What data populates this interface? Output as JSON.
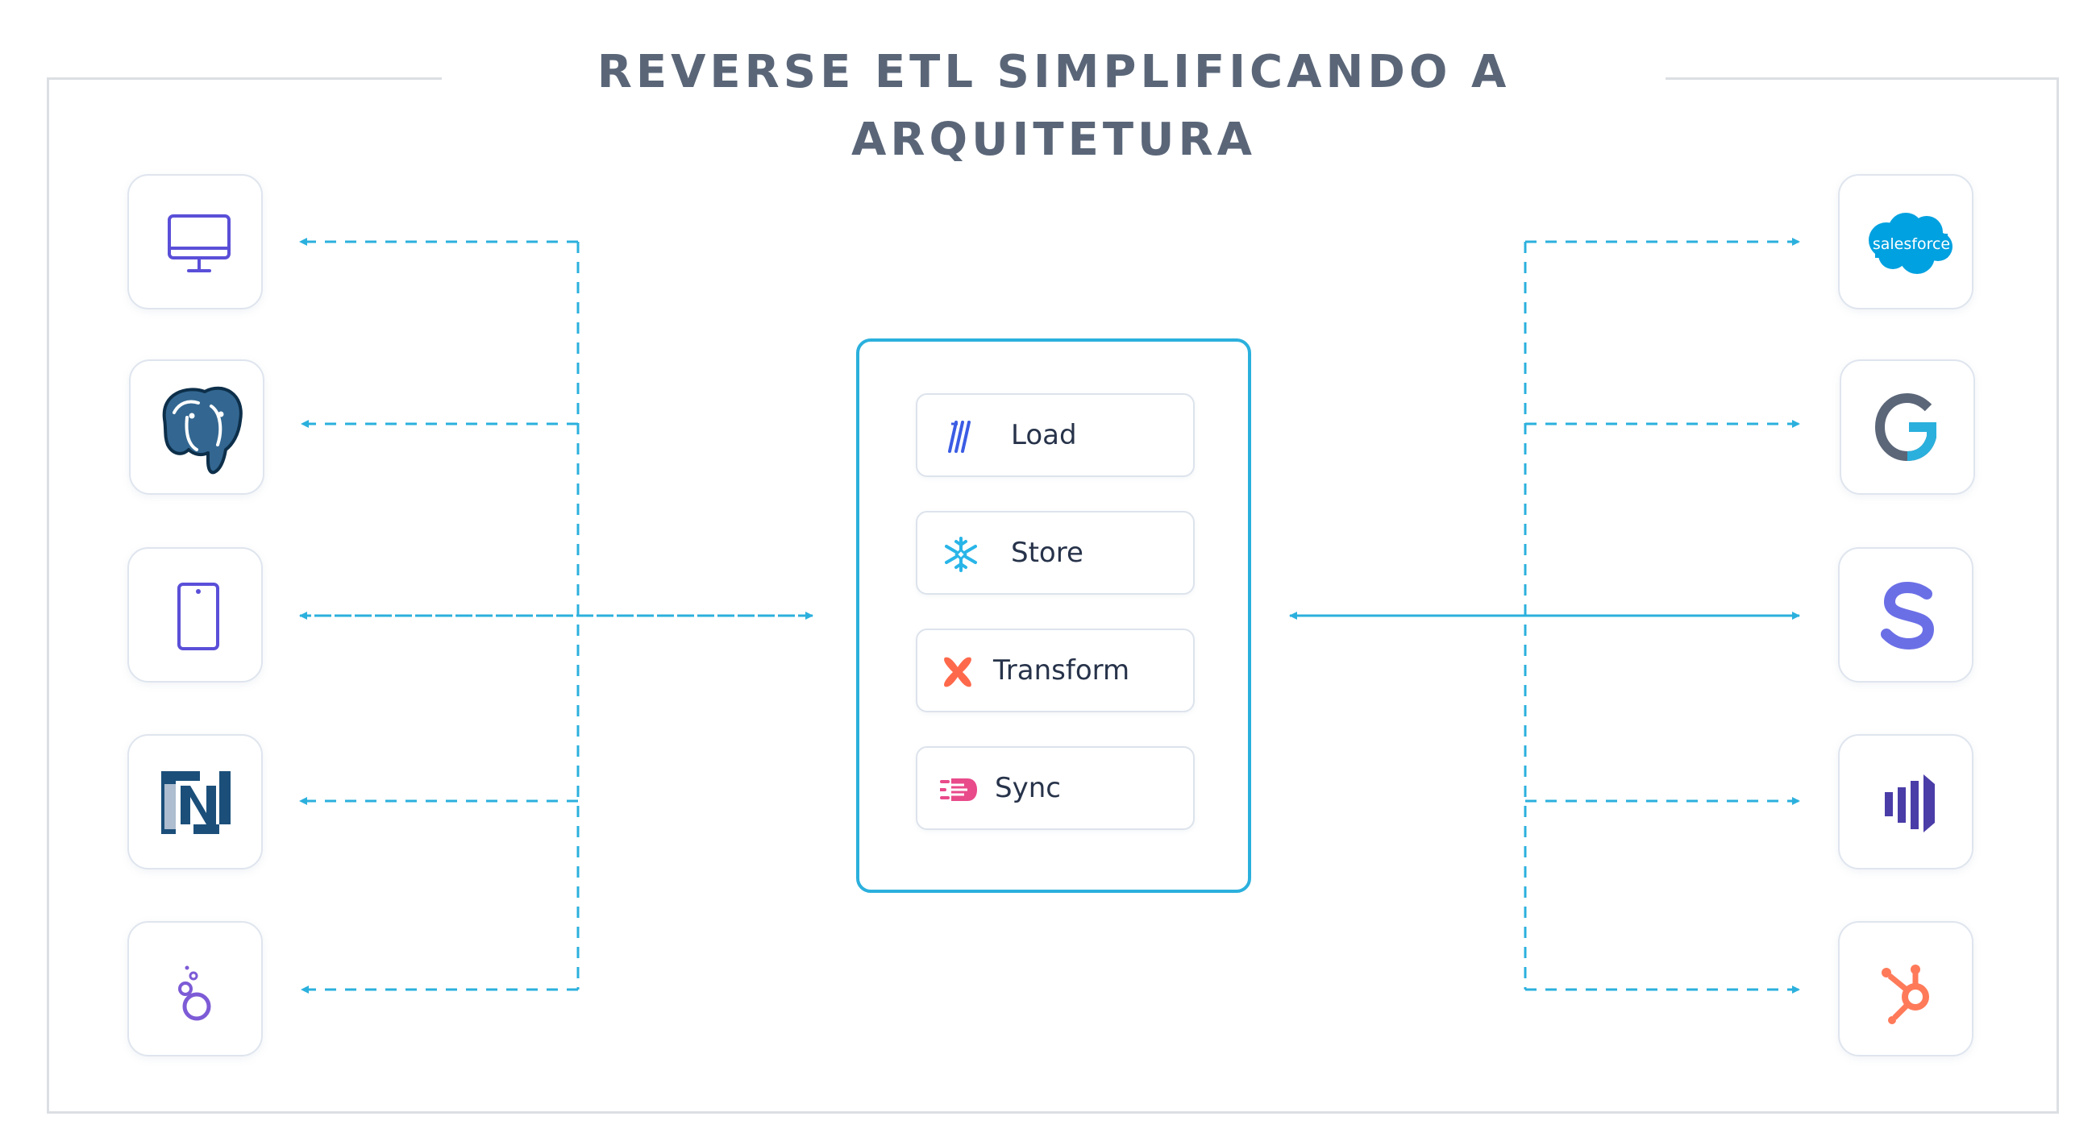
{
  "title": "REVERSE ETL SIMPLIFICANDO A ARQUITETURA",
  "hub_steps": [
    {
      "label": "Load",
      "icon": "load-icon"
    },
    {
      "label": "Store",
      "icon": "snowflake-icon"
    },
    {
      "label": "Transform",
      "icon": "dbt-icon"
    },
    {
      "label": "Sync",
      "icon": "sync-icon"
    }
  ],
  "left_sources": [
    {
      "icon": "desktop-monitor-icon"
    },
    {
      "icon": "postgresql-elephant-icon"
    },
    {
      "icon": "mobile-phone-icon"
    },
    {
      "icon": "netsuite-icon"
    },
    {
      "icon": "looker-icon"
    }
  ],
  "right_destinations": [
    {
      "icon": "salesforce-icon",
      "logo_text": "salesforce"
    },
    {
      "icon": "g-logo-icon"
    },
    {
      "icon": "s-logo-icon"
    },
    {
      "icon": "bars-logo-icon"
    },
    {
      "icon": "hubspot-icon"
    }
  ],
  "colors": {
    "connector": "#2bb0dd",
    "hub_border": "#2bb0dd",
    "title": "#5a6678",
    "frame": "#dcdfe3",
    "tile_icon_purple": "#5a4fd8",
    "postgres_blue": "#336791",
    "netsuite_navy": "#1b4f7a",
    "looker_purple": "#7d5bd6",
    "salesforce_blue": "#00a1e0",
    "hubspot_orange": "#ff7a59",
    "dbt_orange": "#ff694b",
    "sync_pink": "#e84a8a",
    "snowflake_blue": "#29b5e8",
    "load_blue": "#3b5ce4"
  }
}
